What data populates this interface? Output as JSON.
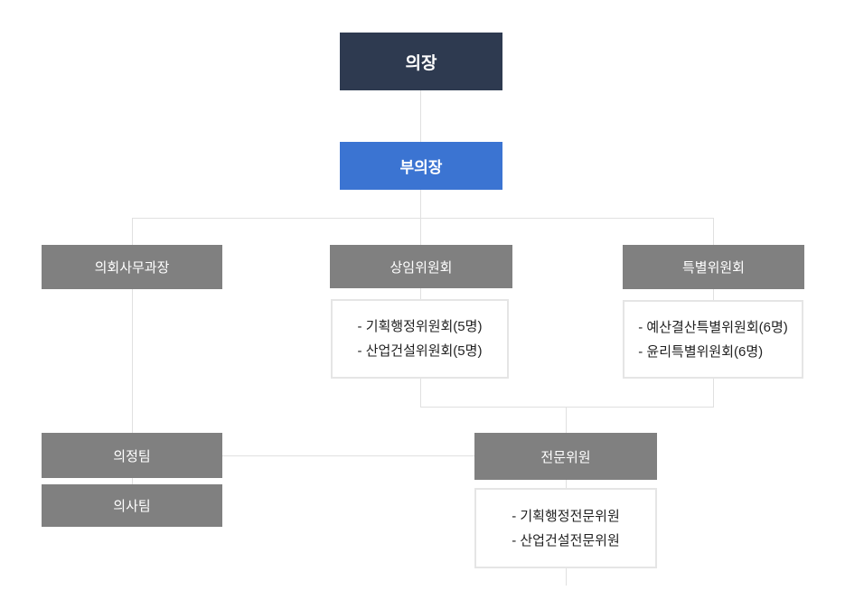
{
  "colors": {
    "chairman_bg": "#2e3a50",
    "vice_chairman_bg": "#3b74d2",
    "dept_bg": "#808080",
    "line": "#e0e0e0",
    "detail_border": "#e5e5e5",
    "detail_text": "#222222"
  },
  "org": {
    "chairman": {
      "label": "의장"
    },
    "vice_chairman": {
      "label": "부의장"
    },
    "office_manager": {
      "label": "의회사무과장"
    },
    "standing_committee": {
      "label": "상임위원회",
      "details": [
        "- 기획행정위원회(5명)",
        "- 산업건설위원회(5명)"
      ]
    },
    "special_committee": {
      "label": "특별위원회",
      "details": [
        "- 예산결산특별위원회(6명)",
        "- 윤리특별위원회(6명)"
      ]
    },
    "council_affairs_team": {
      "label": "의정팀"
    },
    "proceedings_team": {
      "label": "의사팀"
    },
    "expert_members": {
      "label": "전문위원",
      "details": [
        "- 기획행정전문위원",
        "- 산업건설전문위원"
      ]
    }
  }
}
